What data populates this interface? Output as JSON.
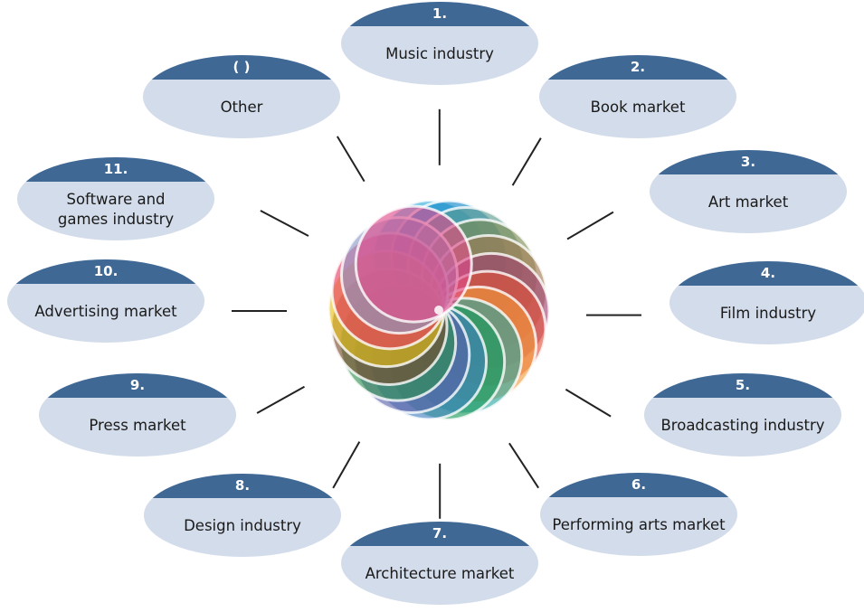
{
  "diagram": {
    "center": {
      "icon": "multicolor-flower-icon"
    },
    "nodes": [
      {
        "id": "music",
        "number": "1.",
        "label": "Music industry"
      },
      {
        "id": "book",
        "number": "2.",
        "label": "Book market"
      },
      {
        "id": "art",
        "number": "3.",
        "label": "Art market"
      },
      {
        "id": "film",
        "number": "4.",
        "label": "Film industry"
      },
      {
        "id": "broadcasting",
        "number": "5.",
        "label": "Broadcasting industry"
      },
      {
        "id": "performing",
        "number": "6.",
        "label": "Performing arts market"
      },
      {
        "id": "architecture",
        "number": "7.",
        "label": "Architecture market"
      },
      {
        "id": "design",
        "number": "8.",
        "label": "Design industry"
      },
      {
        "id": "press",
        "number": "9.",
        "label": "Press market"
      },
      {
        "id": "advertising",
        "number": "10.",
        "label": "Advertising market"
      },
      {
        "id": "software",
        "number": "11.",
        "label": "Software and games industry"
      },
      {
        "id": "other",
        "number": "( )",
        "label": "Other"
      }
    ],
    "colors": {
      "band": "#3f6895",
      "bubble": "#d3dcea",
      "text": "#1a1a1a",
      "connector": "#222222",
      "petals": [
        "#2aa9d8",
        "#0a84c8",
        "#5a9a8e",
        "#7a8b50",
        "#a07a52",
        "#a04070",
        "#e0503a",
        "#f29a3a",
        "#2aa6a0",
        "#16985a",
        "#3f7fc0",
        "#5860a8",
        "#2f8f4f",
        "#7a4a2a",
        "#e8c21a",
        "#e83a62",
        "#8a98c8",
        "#e04a8a"
      ]
    }
  }
}
